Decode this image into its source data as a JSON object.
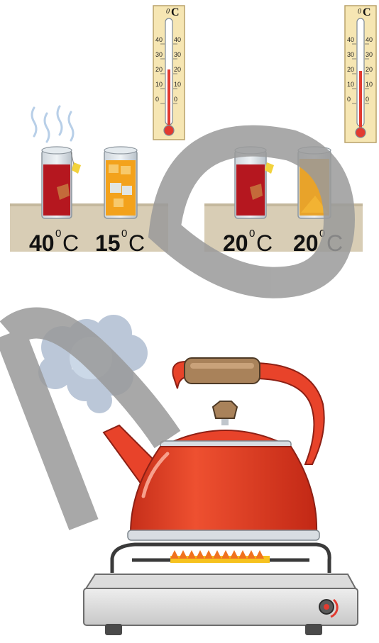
{
  "scene_left": {
    "thermometer": {
      "unit_deg": "0",
      "unit": "C",
      "ticks": [
        "40",
        "30",
        "20",
        "10",
        "0"
      ]
    },
    "cup_hot": {
      "value": "40",
      "sup": "0",
      "unit": "C"
    },
    "cup_cold": {
      "value": "15",
      "sup": "0",
      "unit": "C"
    }
  },
  "scene_right": {
    "thermometer": {
      "unit_deg": "0",
      "unit": "C",
      "ticks": [
        "40",
        "30",
        "20",
        "10",
        "0"
      ]
    },
    "cup_a": {
      "value": "20",
      "sup": "0",
      "unit": "C"
    },
    "cup_b": {
      "value": "20",
      "sup": "0",
      "unit": "C"
    }
  },
  "colors": {
    "table": "#d8cdb5",
    "tea": "#b5171f",
    "juice": "#f3a21c",
    "amber": "#e8a32a",
    "kettle": "#e8432a",
    "handle": "#a9825a",
    "watermark": "#9a9a9a"
  }
}
